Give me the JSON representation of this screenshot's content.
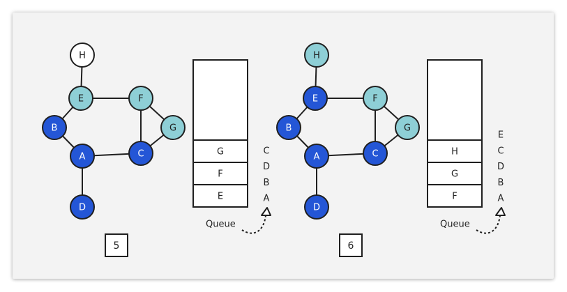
{
  "colors": {
    "visited": "#2456d6",
    "queued": "#8ecfd6",
    "unvisited": "#ffffff",
    "stroke": "#1f1f1f",
    "background": "#f3f3f3"
  },
  "panels": [
    {
      "step_label": "5",
      "queue_label": "Queue",
      "queue_cells": [
        "G",
        "F",
        "E"
      ],
      "visited_letters": [
        "C",
        "D",
        "B",
        "A"
      ],
      "nodes": [
        {
          "id": "H",
          "label": "H",
          "state": "unvisited"
        },
        {
          "id": "E",
          "label": "E",
          "state": "queued"
        },
        {
          "id": "F",
          "label": "F",
          "state": "queued"
        },
        {
          "id": "G",
          "label": "G",
          "state": "queued"
        },
        {
          "id": "B",
          "label": "B",
          "state": "visited"
        },
        {
          "id": "A",
          "label": "A",
          "state": "visited"
        },
        {
          "id": "C",
          "label": "C",
          "state": "visited"
        },
        {
          "id": "D",
          "label": "D",
          "state": "visited"
        }
      ],
      "edges": [
        [
          "H",
          "E"
        ],
        [
          "E",
          "F"
        ],
        [
          "E",
          "B"
        ],
        [
          "B",
          "A"
        ],
        [
          "A",
          "C"
        ],
        [
          "A",
          "D"
        ],
        [
          "F",
          "C"
        ],
        [
          "F",
          "G"
        ],
        [
          "G",
          "C"
        ]
      ]
    },
    {
      "step_label": "6",
      "queue_label": "Queue",
      "queue_cells": [
        "H",
        "G",
        "F"
      ],
      "visited_letters": [
        "E",
        "C",
        "D",
        "B",
        "A"
      ],
      "nodes": [
        {
          "id": "H",
          "label": "H",
          "state": "queued"
        },
        {
          "id": "E",
          "label": "E",
          "state": "visited"
        },
        {
          "id": "F",
          "label": "F",
          "state": "queued"
        },
        {
          "id": "G",
          "label": "G",
          "state": "queued"
        },
        {
          "id": "B",
          "label": "B",
          "state": "visited"
        },
        {
          "id": "A",
          "label": "A",
          "state": "visited"
        },
        {
          "id": "C",
          "label": "C",
          "state": "visited"
        },
        {
          "id": "D",
          "label": "D",
          "state": "visited"
        }
      ],
      "edges": [
        [
          "H",
          "E"
        ],
        [
          "E",
          "F"
        ],
        [
          "E",
          "B"
        ],
        [
          "B",
          "A"
        ],
        [
          "A",
          "C"
        ],
        [
          "A",
          "D"
        ],
        [
          "F",
          "C"
        ],
        [
          "F",
          "G"
        ],
        [
          "G",
          "C"
        ]
      ]
    }
  ]
}
